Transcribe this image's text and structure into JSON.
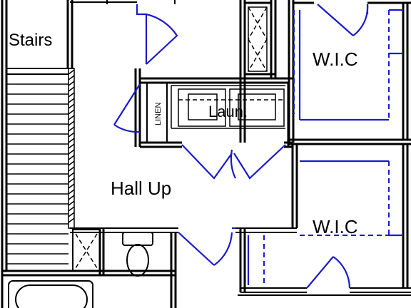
{
  "rooms": {
    "stairs": "Stairs",
    "wic_top": "W.I.C",
    "laundry": "Laun.",
    "linen": "LINEN",
    "hall": "Hall Up",
    "wic_bottom": "W.I.C"
  },
  "colors": {
    "wall": "#000000",
    "door_swing": "#1a1acc",
    "background": "#ffffff"
  }
}
